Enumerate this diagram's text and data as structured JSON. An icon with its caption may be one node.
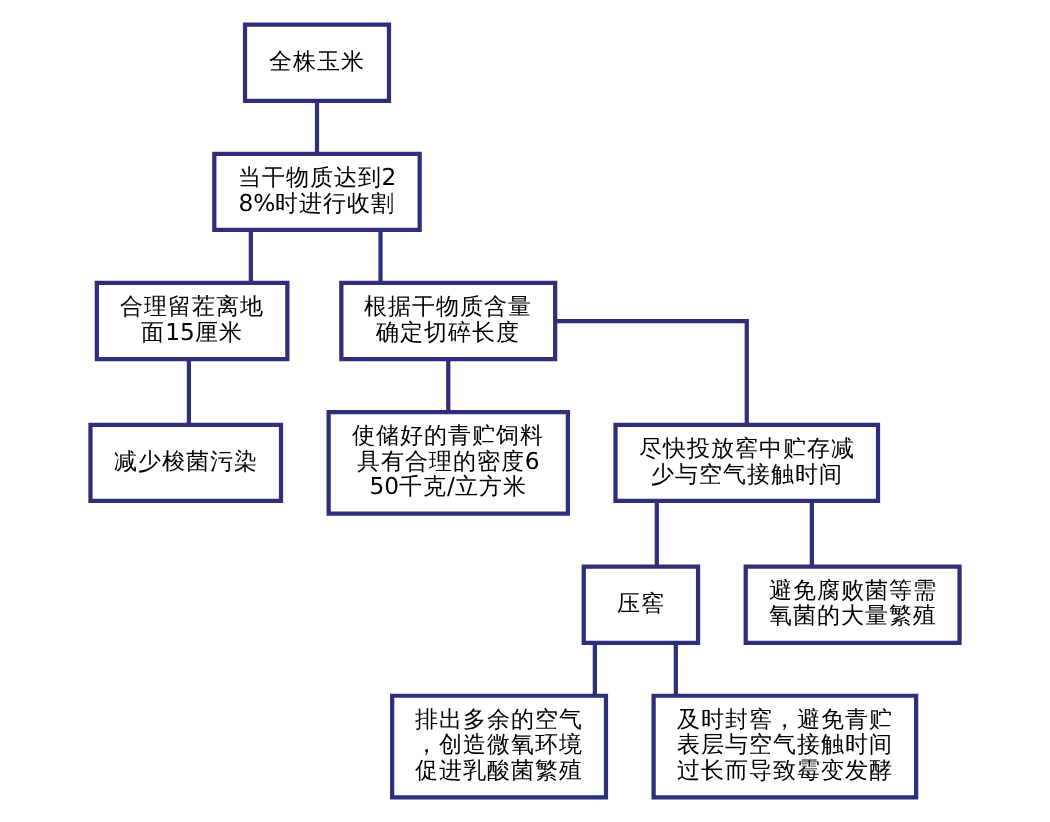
{
  "diagram": {
    "nodes": [
      {
        "text": [
          "全株玉米"
        ]
      },
      {
        "text": [
          "当干物质达到28%时进行收割"
        ]
      },
      {
        "text": [
          "合理留茬离地面15厘米"
        ]
      },
      {
        "text": [
          "根据干物质含量确定切碎长度"
        ]
      },
      {
        "text": [
          "减少梭菌污染"
        ]
      },
      {
        "text": [
          "使储好的青贮饲料具有合理的密度650千克/立方米"
        ]
      },
      {
        "text": [
          "尽快投放窖中贮存减少与空气接触时间"
        ]
      },
      {
        "text": [
          "压窖"
        ]
      },
      {
        "text": [
          "避免腐败菌等需氧菌的大量繁殖"
        ]
      },
      {
        "text": [
          "排出多余的空气，创造微氧环境促进乳酸菌繁殖"
        ]
      },
      {
        "text": [
          "及时封窖，避免青贮表层与空气接触时间过长而导致霉变发酵"
        ]
      }
    ],
    "edges": [
      {
        "from": 0,
        "to": 1,
        "arrow": "none"
      },
      {
        "from": 1,
        "to": 2,
        "arrow": "none"
      },
      {
        "from": 1,
        "to": 3,
        "arrow": "none"
      },
      {
        "from": 2,
        "to": 4,
        "arrow": "none"
      },
      {
        "from": 3,
        "to": 5,
        "arrow": "none"
      },
      {
        "from": 3,
        "to": 6,
        "arrow": "none"
      },
      {
        "from": 6,
        "to": 7,
        "arrow": "none"
      },
      {
        "from": 6,
        "to": 8,
        "arrow": "none"
      },
      {
        "from": 7,
        "to": 9,
        "arrow": "none"
      },
      {
        "from": 7,
        "to": 10,
        "arrow": "none"
      }
    ]
  }
}
